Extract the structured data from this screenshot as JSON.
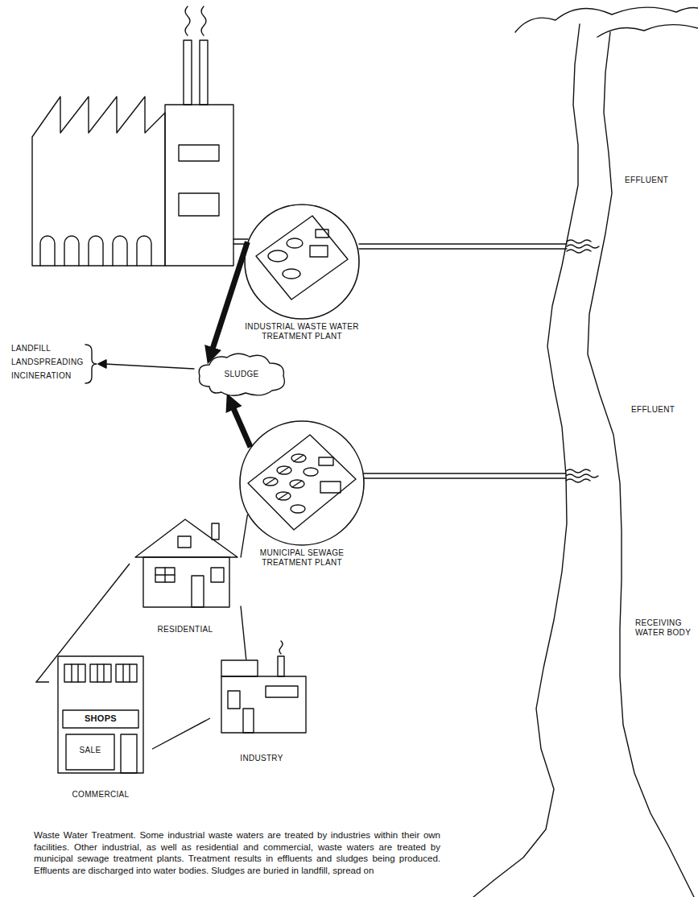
{
  "diagram": {
    "caption": "Waste Water Treatment. Some industrial waste waters are treated by industries within their own facilities. Other industrial, as well as residential and commercial, waste waters are treated by municipal sewage treatment plants. Treatment results in effluents and sludges being produced. Effluents are discharged into water bodies. Sludges are buried in landfill, spread on",
    "nodes": [
      {
        "text": [
          "INDUSTRIAL WASTE WATER TREATMENT PLANT"
        ]
      },
      {
        "text": [
          "SLUDGE"
        ]
      },
      {
        "text": [
          "MUNICIPAL SEWAGE TREATMENT PLANT"
        ]
      },
      {
        "text": [
          "RESIDENTIAL"
        ]
      },
      {
        "text": [
          "COMMERCIAL"
        ]
      },
      {
        "text": [
          "INDUSTRY"
        ]
      }
    ],
    "edges": [
      {
        "from": 0,
        "to": 1,
        "arrow": "to"
      },
      {
        "from": 2,
        "to": 1,
        "arrow": "to"
      },
      {
        "from": 3,
        "to": 2,
        "arrow": "none"
      },
      {
        "from": 4,
        "to": 3,
        "arrow": "none"
      },
      {
        "from": 5,
        "to": 3,
        "arrow": "none"
      },
      {
        "from": 4,
        "to": 5,
        "arrow": "none"
      }
    ],
    "labels": [
      "LANDFILL",
      "LANDSPREADING",
      "INCINERATION",
      "EFFLUENT",
      "EFFLUENT",
      "RECEIVING WATER BODY",
      "SHOPS",
      "SALE"
    ]
  }
}
